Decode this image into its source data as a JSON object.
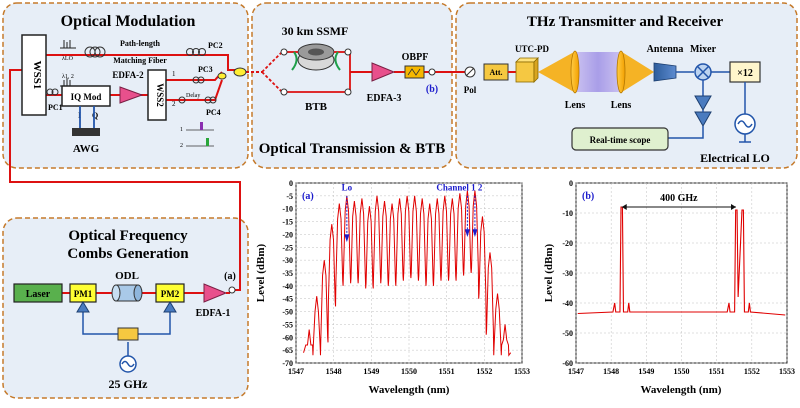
{
  "panels": {
    "modulation": {
      "title": "Optical Modulation"
    },
    "transmission": {
      "title": "Optical Transmission & BTB",
      "fiber": "30 km SSMF",
      "btb": "BTB"
    },
    "thz": {
      "title": "THz Transmitter and Receiver"
    },
    "comb": {
      "title_line1": "Optical Frequency",
      "title_line2": "Combs Generation"
    }
  },
  "labels": {
    "wss1": "WSS1",
    "wss2": "WSS2",
    "lo_small": "λLO",
    "ch_small": "λ1, 2",
    "path_length_1": "Path-length",
    "path_length_2": "Matching Fiber",
    "pc1": "PC1",
    "pc2": "PC2",
    "pc3": "PC3",
    "pc4": "PC4",
    "delay": "Delay",
    "iq_mod": "IQ Mod",
    "i": "I",
    "q": "Q",
    "awg": "AWG",
    "edfa2": "EDFA-2",
    "edfa3": "EDFA-3",
    "edfa1": "EDFA-1",
    "obpf": "OBPF",
    "b_marker": "(b)",
    "a_marker": "(a)",
    "pol": "Pol",
    "att": "Att.",
    "utc_pd": "UTC-PD",
    "lens1": "Lens",
    "lens2": "Lens",
    "antenna": "Antenna",
    "mixer": "Mixer",
    "x12": "×12",
    "scope": "Real-time scope",
    "electrical_lo": "Electrical  LO",
    "laser": "Laser",
    "pm1": "PM1",
    "pm2": "PM2",
    "odl": "ODL",
    "rf_freq": "25 GHz",
    "wss_port1": "1",
    "wss_port2": "2"
  },
  "chart_data": [
    {
      "type": "line",
      "panel_label": "(a)",
      "xlabel": "Wavelength (nm)",
      "ylabel": "Level (dBm)",
      "xlim": [
        1547,
        1553
      ],
      "ylim": [
        -70,
        0
      ],
      "xticks": [
        1547,
        1548,
        1549,
        1550,
        1551,
        1552,
        1553
      ],
      "yticks": [
        0,
        -5,
        -10,
        -15,
        -20,
        -25,
        -30,
        -35,
        -40,
        -45,
        -50,
        -55,
        -60,
        -65,
        -70
      ],
      "grid": true,
      "annotations": {
        "lo": "Lo",
        "channel": "Channel 1 2"
      },
      "lo_wavelength": 1548.35,
      "channel_wavelengths": [
        1551.55,
        1551.75
      ],
      "comb_lines": {
        "x": [
          1547.35,
          1547.55,
          1547.75,
          1547.95,
          1548.15,
          1548.35,
          1548.55,
          1548.75,
          1548.95,
          1549.15,
          1549.35,
          1549.55,
          1549.75,
          1549.95,
          1550.15,
          1550.35,
          1550.55,
          1550.75,
          1550.95,
          1551.15,
          1551.35,
          1551.55,
          1551.75,
          1551.95,
          1552.15,
          1552.35,
          1552.55
        ],
        "y": [
          -57,
          -44,
          -30,
          -16,
          -8,
          -5,
          -7,
          -6,
          -9,
          -5,
          -7,
          -8,
          -6,
          -5,
          -5,
          -6,
          -8,
          -6,
          -5,
          -6,
          -4,
          -3,
          -3,
          -13,
          -27,
          -43,
          -55
        ]
      },
      "floor_dbm": -63
    },
    {
      "type": "line",
      "panel_label": "(b)",
      "xlabel": "Wavelength (nm)",
      "ylabel": "Level (dBm)",
      "xlim": [
        1547,
        1553
      ],
      "ylim": [
        -60,
        0
      ],
      "xticks": [
        1547,
        1548,
        1549,
        1550,
        1551,
        1552,
        1553
      ],
      "yticks": [
        0,
        -10,
        -20,
        -30,
        -40,
        -50,
        -60
      ],
      "grid": true,
      "annotation": "400 GHz",
      "peaks": {
        "x": [
          1548.3,
          1551.55,
          1551.75
        ],
        "y": [
          -8,
          -9,
          -9
        ]
      },
      "floor_dbm": -43
    }
  ],
  "colors": {
    "laser_green": "#59b04d",
    "pm_yellow": "#ffff33",
    "fiber_red": "#dd1111",
    "edfa_pink": "#e8508c",
    "edfa_stroke": "#7a1f44",
    "trace_red": "#e00000",
    "annotation_blue": "#1b1bcc",
    "panel_bg": "#e7eef7",
    "panel_border": "#c57a2b",
    "wss_fill": "#ffffff",
    "lens_orange": "#f7a800",
    "thz_purple": "#b8b0e8",
    "scope_green": "#dff0cf"
  }
}
